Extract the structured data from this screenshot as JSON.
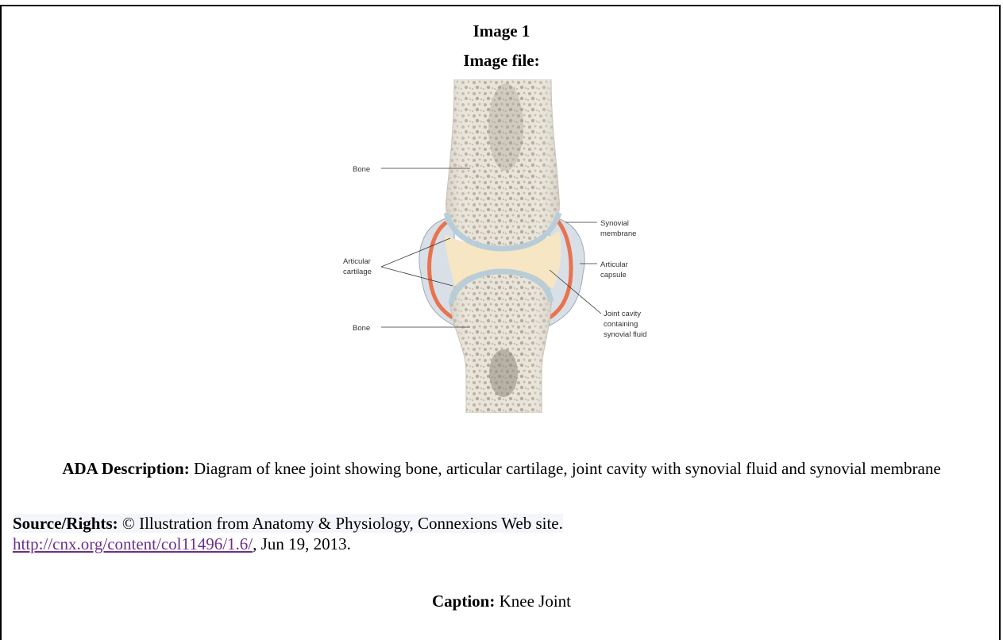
{
  "document": {
    "title": "Image 1",
    "subtitle": "Image file:",
    "figure": {
      "labels": {
        "bone_top": "Bone",
        "articular_cartilage_1": "Articular",
        "articular_cartilage_2": "cartilage",
        "bone_bottom": "Bone",
        "synovial_membrane_1": "Synovial",
        "synovial_membrane_2": "membrane",
        "articular_capsule_1": "Articular",
        "articular_capsule_2": "capsule",
        "joint_cavity_1": "Joint cavity",
        "joint_cavity_2": "containing",
        "joint_cavity_3": "synovial fluid"
      }
    },
    "ada_label": "ADA Description:",
    "ada_text": "Diagram of knee joint showing bone, articular cartilage, joint cavity with synovial fluid and synovial membrane",
    "source_label": "Source/Rights:",
    "source_text_1": "© Illustration from Anatomy & Physiology, Connexions Web site.",
    "source_link": "http://cnx.org/content/col11496/1.6/",
    "source_text_2": ", Jun 19, 2013.",
    "caption_label": "Caption:",
    "caption_text": "Knee Joint"
  },
  "colors": {
    "bone": "#e6e1d6",
    "spongy_pores": "#bdb5a6",
    "cartilage": "#b9cdd8",
    "synovial_fluid": "#f6e6c4",
    "synovial_membrane": "#e8734f",
    "capsule": "#d9dfe6",
    "link": "#6b2f8a"
  }
}
